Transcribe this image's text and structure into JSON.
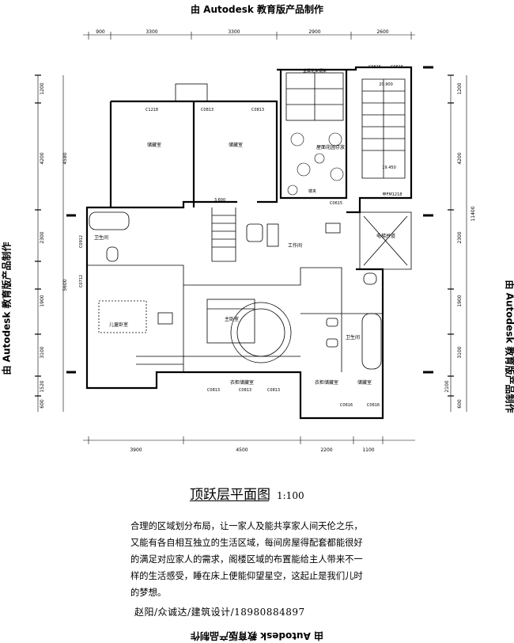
{
  "watermark": "由 Autodesk 教育版产品制作",
  "dimensions": {
    "top": [
      "900",
      "3300",
      "3300",
      "2900",
      "2600"
    ],
    "bottom": [
      "3900",
      "4500",
      "2200",
      "1100"
    ],
    "left": [
      "1200",
      "4200",
      "2300",
      "5600",
      "1900",
      "3100",
      "1520",
      "600"
    ],
    "left_total": "4580",
    "right": [
      "1200",
      "4200",
      "2300",
      "1900",
      "3100",
      "2100",
      "600"
    ],
    "right_total": "11400"
  },
  "rooms": {
    "storage_1": "储藏室",
    "storage_2": "储藏室",
    "roof_garden": "屋面花园存放",
    "bathroom_left": "卫生间",
    "work_room": "工作间",
    "elevator_shaft": "电梯并道",
    "children_room": "儿童卧室",
    "master_bedroom": "主卧室",
    "bathroom_right": "卫生间",
    "wardrobe_1": "衣柜储藏室",
    "wardrobe_2": "衣柜储藏室",
    "storage_3": "储藏室"
  },
  "tags": {
    "c1218": "C1218",
    "c0813_a": "C0813",
    "c0813_b": "C0813",
    "c0615_a": "C0615",
    "c0615_b": "C0615",
    "c0615_c": "C0615",
    "level_20900": "20.900",
    "level_19450": "19.450",
    "level_3600": "3.600",
    "fm1218": "甲FM1218",
    "c0912": "C0912",
    "c0712": "C0712",
    "c0813_c": "C0813",
    "c0813_d": "C0813",
    "c0813_e": "C0813",
    "c0616_a": "C0616",
    "c0616_b": "C0616",
    "pergola": "金属花架钢架",
    "roof_label": "楼夹"
  },
  "title": {
    "main": "顶跃层平面图",
    "scale": "1:100"
  },
  "description": "合理的区域划分布局，让一家人及能共享家人间天伦之乐，又能有各自相互独立的生活区域，每间房屋得配套都能很好的满足对应家人的需求，阁楼区域的布置能给主人带来不一样的生活感受，睡在床上便能仰望星空，这起止是我们儿时的梦想。",
  "credit": "赵阳/众诚达/建筑设计/18980884897"
}
